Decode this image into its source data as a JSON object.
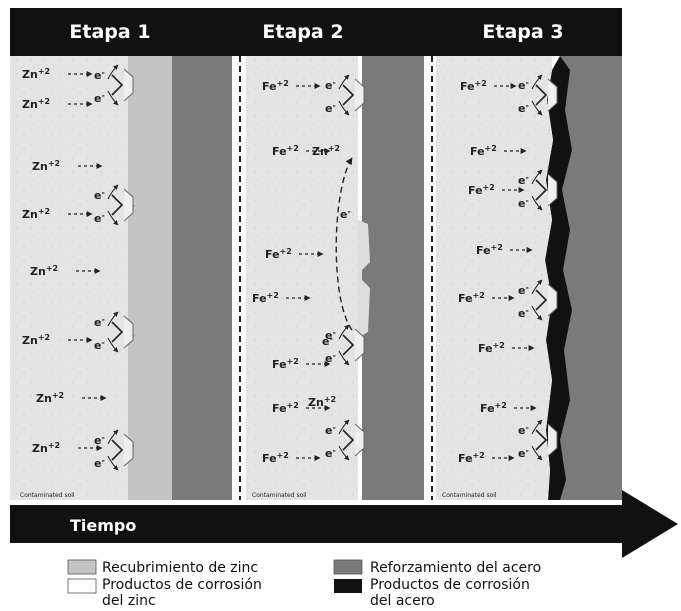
{
  "stages": [
    {
      "title": "Etapa 1",
      "soil_label": "Contaminated soil"
    },
    {
      "title": "Etapa 2",
      "soil_label": "Contaminated soil"
    },
    {
      "title": "Etapa 3",
      "soil_label": "Contaminated soil"
    }
  ],
  "ion_labels": {
    "zinc": "Zn+2",
    "iron": "Fe+2",
    "electron": "e-"
  },
  "time_label": "Tiempo",
  "legend": [
    {
      "label": "Recubrimiento de zinc",
      "color": "#c4c4c4"
    },
    {
      "label": "Productos de corrosión del zinc",
      "color": "#ffffff"
    },
    {
      "label": "Reforzamiento del acero",
      "color": "#7a7a7a"
    },
    {
      "label": "Productos de corrosión del acero",
      "color": "#111111"
    }
  ],
  "colors": {
    "header": "#111111",
    "soil": "#e4e4e4",
    "zinc_coating": "#c4c4c4",
    "zinc_products": "#ffffff",
    "steel": "#7a7a7a",
    "steel_products": "#111111",
    "time_arrow": "#111111"
  }
}
